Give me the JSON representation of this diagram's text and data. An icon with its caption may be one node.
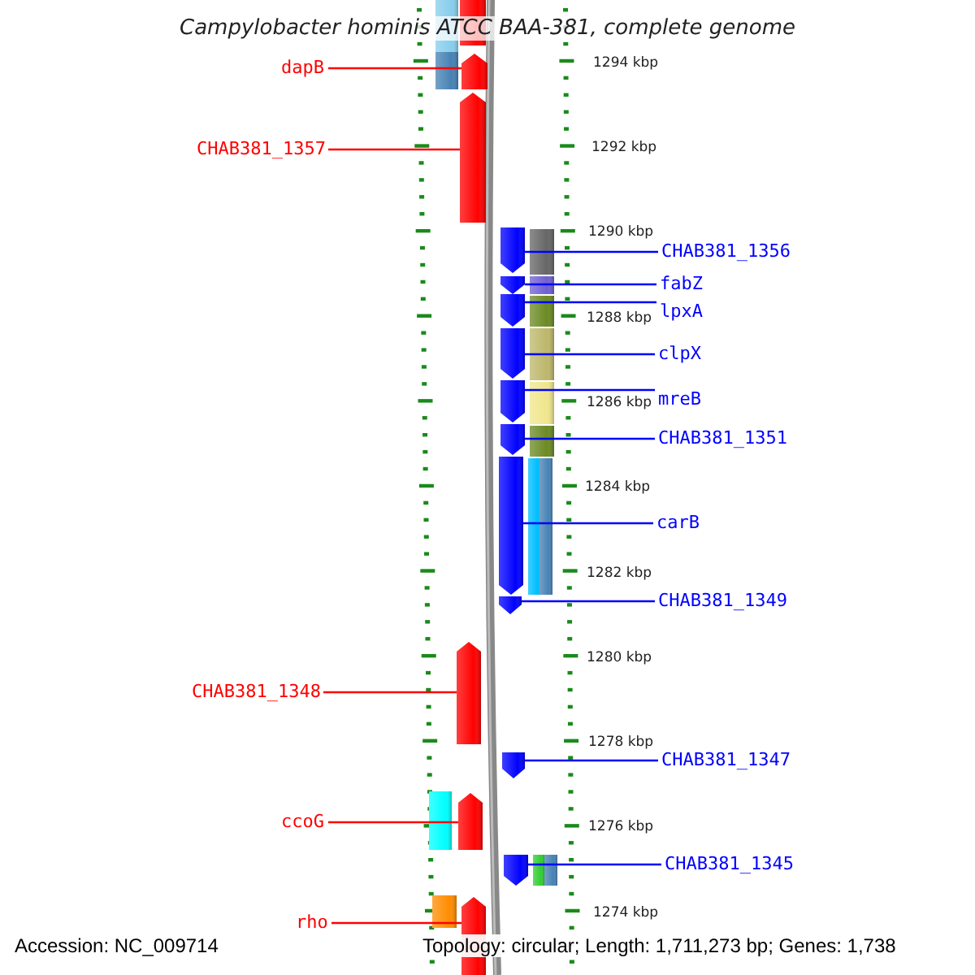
{
  "diagram": {
    "title": "Campylobacter hominis ATCC BAA-381, complete genome",
    "nodes": [
      {
        "text": [
          "dapB"
        ]
      },
      {
        "text": [
          "CHAB381_1357"
        ]
      },
      {
        "text": [
          "CHAB381_1348"
        ]
      },
      {
        "text": [
          "ccoG"
        ]
      },
      {
        "text": [
          "rho"
        ]
      },
      {
        "text": [
          "CHAB381_1356"
        ]
      },
      {
        "text": [
          "fabZ"
        ]
      },
      {
        "text": [
          "lpxA"
        ]
      },
      {
        "text": [
          "clpX"
        ]
      },
      {
        "text": [
          "mreB"
        ]
      },
      {
        "text": [
          "CHAB381_1351"
        ]
      },
      {
        "text": [
          "carB"
        ]
      },
      {
        "text": [
          "CHAB381_1349"
        ]
      },
      {
        "text": [
          "CHAB381_1347"
        ]
      },
      {
        "text": [
          "CHAB381_1345"
        ]
      },
      {
        "text": [],
        "shape": "bar"
      },
      {
        "text": [],
        "shape": "bar"
      },
      {
        "text": [],
        "shape": "bar"
      },
      {
        "text": [],
        "shape": "bar"
      },
      {
        "text": [],
        "shape": "bar"
      },
      {
        "text": [],
        "shape": "bar"
      },
      {
        "text": [],
        "shape": "bar"
      },
      {
        "text": [],
        "shape": "bar"
      },
      {
        "text": [],
        "shape": "bar"
      },
      {
        "text": [],
        "shape": "bar"
      },
      {
        "text": [],
        "shape": "bar"
      },
      {
        "text": [],
        "shape": "bar"
      },
      {
        "text": [],
        "shape": "bar"
      },
      {
        "text": [],
        "shape": "bar"
      },
      {
        "text": [],
        "shape": "bar"
      }
    ],
    "edges": [
      {
        "from": 0,
        "to": 15,
        "arrow": "none",
        "color": "#ff0000"
      },
      {
        "from": 1,
        "to": 16,
        "arrow": "none",
        "color": "#ff0000"
      },
      {
        "from": 2,
        "to": 17,
        "arrow": "none",
        "color": "#ff0000"
      },
      {
        "from": 3,
        "to": 18,
        "arrow": "none",
        "color": "#ff0000"
      },
      {
        "from": 4,
        "to": 19,
        "arrow": "none",
        "color": "#ff0000"
      },
      {
        "from": 5,
        "to": 20,
        "arrow": "none"
      },
      {
        "from": 6,
        "to": 21,
        "arrow": "none"
      },
      {
        "from": 7,
        "to": 22,
        "arrow": "none"
      },
      {
        "from": 8,
        "to": 23,
        "arrow": "none"
      },
      {
        "from": 9,
        "to": 24,
        "arrow": "none"
      },
      {
        "from": 10,
        "to": 25,
        "arrow": "none"
      },
      {
        "from": 11,
        "to": 26,
        "arrow": "none"
      },
      {
        "from": 12,
        "to": 27,
        "arrow": "none"
      },
      {
        "from": 13,
        "to": 28,
        "arrow": "none"
      },
      {
        "from": 14,
        "to": 29,
        "arrow": "none"
      }
    ],
    "labels": [
      "1294 kbp",
      "1292 kbp",
      "1290 kbp",
      "1288 kbp",
      "1286 kbp",
      "1284 kbp",
      "1282 kbp",
      "1280 kbp",
      "1278 kbp",
      "1276 kbp",
      "1274 kbp",
      "Accession: NC_009714",
      "Topology: circular; Length: 1,711,273 bp; Genes: 1,738"
    ]
  }
}
